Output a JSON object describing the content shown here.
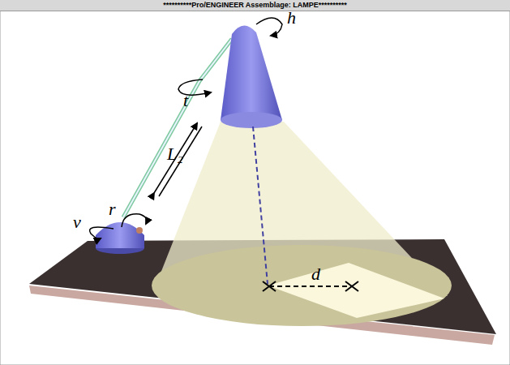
{
  "diagram": {
    "title": "**********Pro/ENGINEER Assemblage: LAMPE**********",
    "labels": [
      "h",
      "t",
      "L₂",
      "r",
      "v",
      "d"
    ]
  }
}
